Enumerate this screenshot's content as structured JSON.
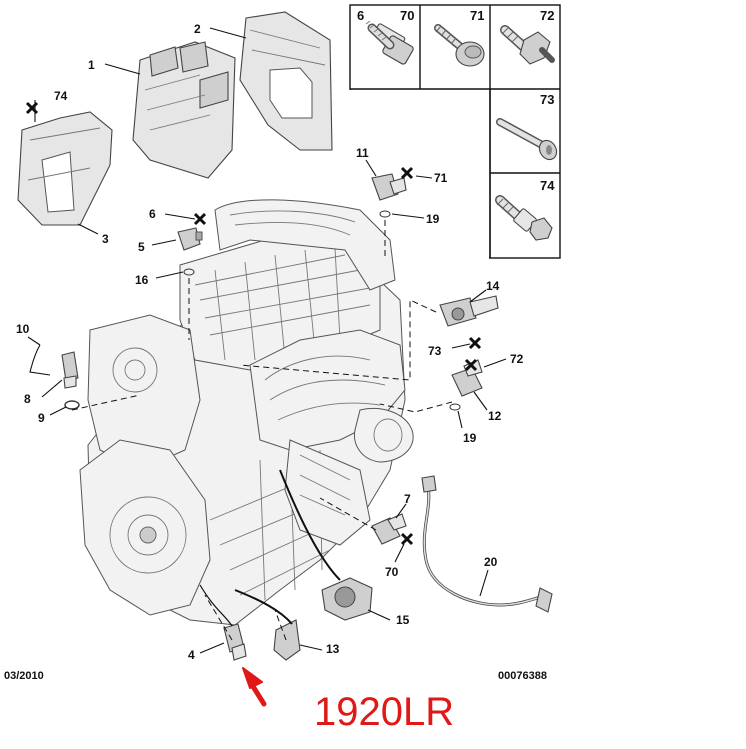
{
  "diagram": {
    "date_code": "03/2010",
    "reference_code": "00076388",
    "part_number": "1920LR",
    "accent_color": "#e01818",
    "fastener_table": {
      "cells": [
        {
          "ids": [
            "6",
            "70"
          ],
          "icon": "hex-flange-bolt-icon"
        },
        {
          "ids": [
            "71"
          ],
          "icon": "round-head-screw-icon"
        },
        {
          "ids": [
            "72"
          ],
          "icon": "threaded-stud-icon"
        },
        {
          "ids": [
            "73"
          ],
          "icon": "long-screw-icon"
        },
        {
          "ids": [
            "74"
          ],
          "icon": "shouldered-bolt-icon"
        }
      ]
    },
    "callouts": [
      "1",
      "2",
      "3",
      "74",
      "6",
      "5",
      "16",
      "11",
      "71",
      "19",
      "10",
      "8",
      "9",
      "14",
      "73",
      "72",
      "12",
      "19",
      "7",
      "70",
      "20",
      "15",
      "4",
      "13"
    ]
  }
}
